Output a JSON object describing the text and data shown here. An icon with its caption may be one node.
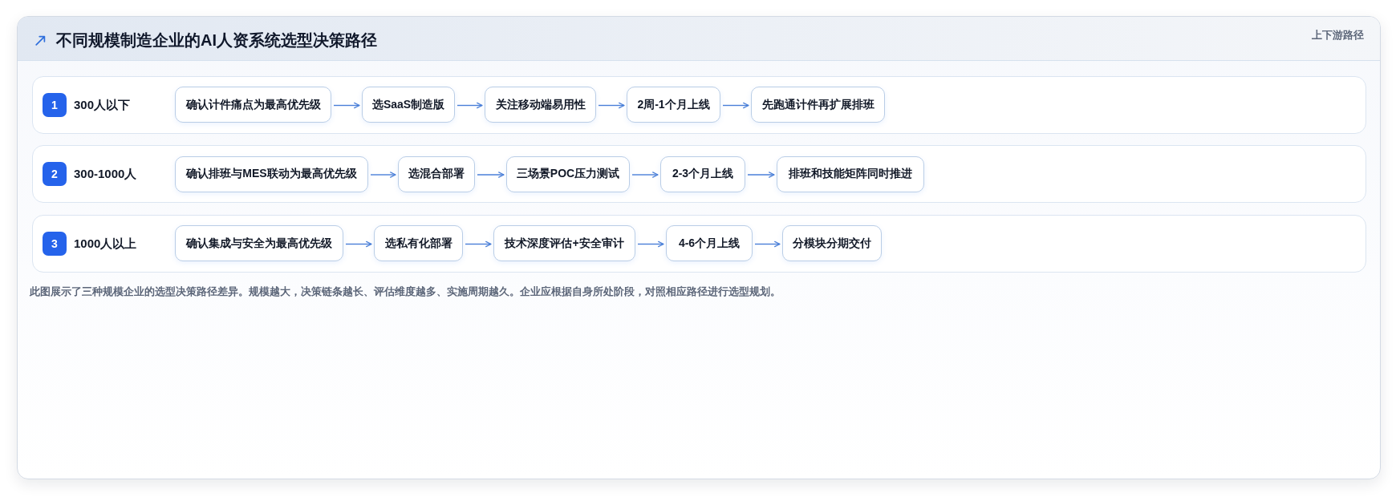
{
  "diagram": {
    "title": "不同规模制造企业的AI人资系统选型决策路径",
    "nodes": [
      {
        "text": [
          "300人以下"
        ]
      },
      {
        "text": [
          "1"
        ],
        "in": 0
      },
      {
        "text": [
          "确认计件痛点为最高优先级"
        ],
        "in": 0
      },
      {
        "text": [
          "选SaaS制造版"
        ],
        "in": 0
      },
      {
        "text": [
          "关注移动端易用性"
        ],
        "in": 0
      },
      {
        "text": [
          "2周-1个月上线"
        ],
        "in": 0
      },
      {
        "text": [
          "先跑通计件再扩展排班"
        ],
        "in": 0
      },
      {
        "text": [
          "300-1000人"
        ]
      },
      {
        "text": [
          "2"
        ],
        "in": 7
      },
      {
        "text": [
          "确认排班与MES联动为最高优先级"
        ],
        "in": 7
      },
      {
        "text": [
          "选混合部署"
        ],
        "in": 7
      },
      {
        "text": [
          "三场景POC压力测试"
        ],
        "in": 7
      },
      {
        "text": [
          "2-3个月上线"
        ],
        "in": 7
      },
      {
        "text": [
          "排班和技能矩阵同时推进"
        ],
        "in": 7
      },
      {
        "text": [
          "1000人以上"
        ]
      },
      {
        "text": [
          "3"
        ],
        "in": 14
      },
      {
        "text": [
          "确认集成与安全为最高优先级"
        ],
        "in": 14
      },
      {
        "text": [
          "选私有化部署"
        ],
        "in": 14
      },
      {
        "text": [
          "技术深度评估+安全审计"
        ],
        "in": 14
      },
      {
        "text": [
          "4-6个月上线"
        ],
        "in": 14
      },
      {
        "text": [
          "分模块分期交付"
        ],
        "in": 14
      }
    ],
    "edges": [
      {
        "from": 2,
        "to": 3,
        "arrow": "to"
      },
      {
        "from": 3,
        "to": 4,
        "arrow": "to"
      },
      {
        "from": 4,
        "to": 5,
        "arrow": "to"
      },
      {
        "from": 5,
        "to": 6,
        "arrow": "to"
      },
      {
        "from": 9,
        "to": 10,
        "arrow": "to"
      },
      {
        "from": 10,
        "to": 11,
        "arrow": "to"
      },
      {
        "from": 11,
        "to": 12,
        "arrow": "to"
      },
      {
        "from": 12,
        "to": 13,
        "arrow": "to"
      },
      {
        "from": 16,
        "to": 17,
        "arrow": "to"
      },
      {
        "from": 17,
        "to": 18,
        "arrow": "to"
      },
      {
        "from": 18,
        "to": 19,
        "arrow": "to"
      },
      {
        "from": 19,
        "to": 20,
        "arrow": "to"
      }
    ],
    "labels": [
      "上下游路径"
    ],
    "caption": "此图展示了三种规模企业的选型决策路径差异。规模越大，决策链条越长、评估维度越多、实施周期越久。企业应根据自身所处阶段，对照相应路径进行选型规划。"
  }
}
